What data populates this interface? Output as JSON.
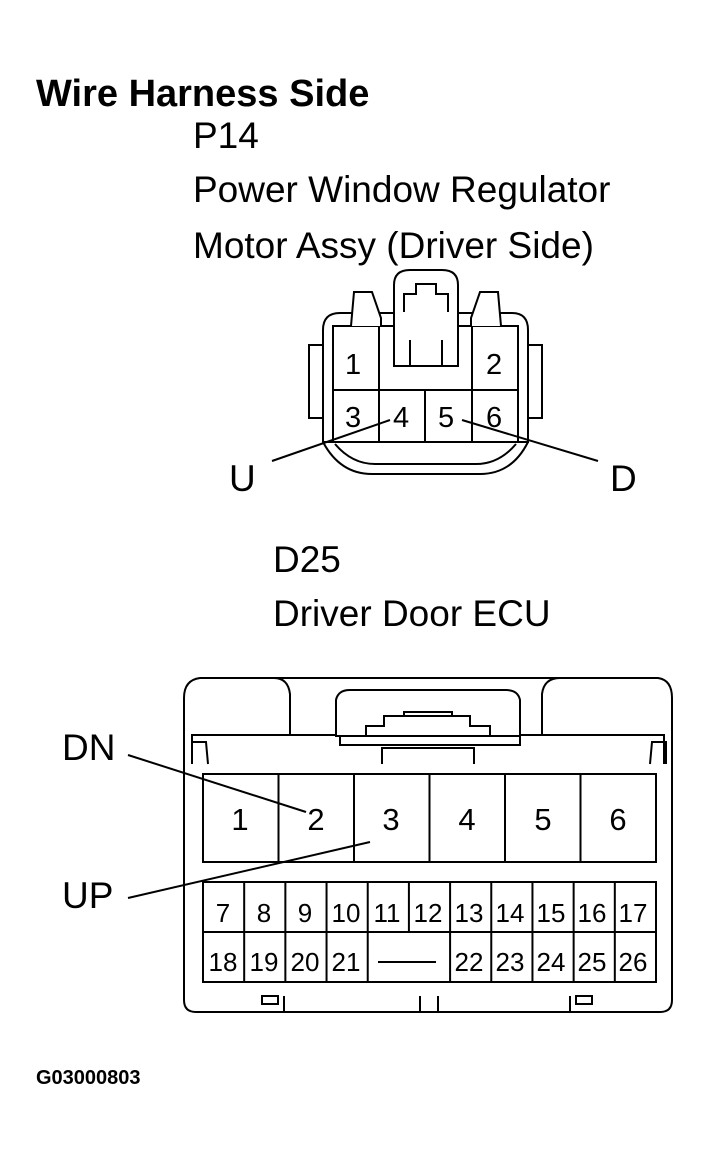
{
  "header": {
    "title": "Wire Harness Side"
  },
  "connector_p14": {
    "code": "P14",
    "name_line1": "Power Window Regulator",
    "name_line2": "Motor Assy (Driver Side)",
    "pins": [
      "1",
      "2",
      "3",
      "4",
      "5",
      "6"
    ],
    "label_u": "U",
    "label_d": "D"
  },
  "connector_d25": {
    "code": "D25",
    "name": "Driver Door ECU",
    "pins_large": [
      "1",
      "2",
      "3",
      "4",
      "5",
      "6"
    ],
    "pins_small_top": [
      "7",
      "8",
      "9",
      "10",
      "11",
      "12",
      "13",
      "14",
      "15",
      "16",
      "17"
    ],
    "pins_small_bottom_left": [
      "18",
      "19",
      "20",
      "21"
    ],
    "pins_small_bottom_right": [
      "22",
      "23",
      "24",
      "25",
      "26"
    ],
    "label_dn": "DN",
    "label_up": "UP"
  },
  "footer": {
    "figure_code": "G03000803"
  }
}
